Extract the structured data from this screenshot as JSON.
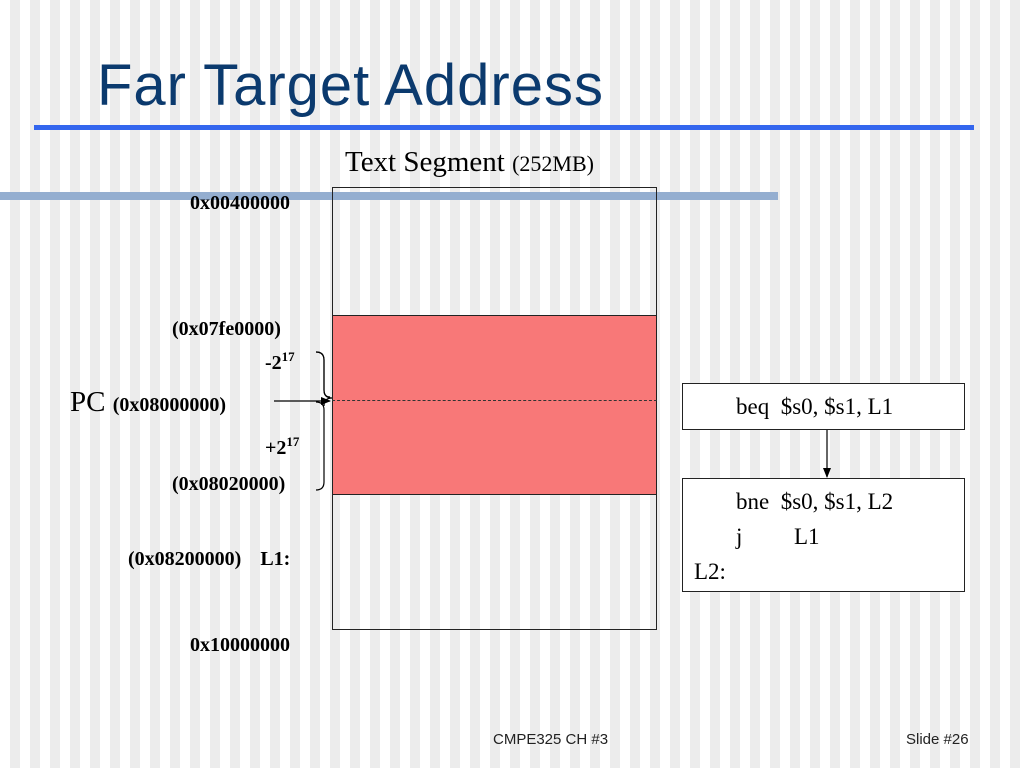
{
  "slide": {
    "title": "Far Target Address",
    "segment_title": "Text Segment",
    "segment_size": "(252MB)",
    "addresses": {
      "start": "0x00400000",
      "range_top": "(0x07fe0000)",
      "minus_offset_base": "-2",
      "minus_offset_exp": "17",
      "pc_name": "PC",
      "pc_addr": "(0x08000000)",
      "plus_offset_base": "+2",
      "plus_offset_exp": "17",
      "range_bottom": "(0x08020000)",
      "l1_addr": "(0x08200000)",
      "l1_label": "L1:",
      "end": "0x10000000"
    },
    "code_before": {
      "line1": "beq  $s0, $s1, L1"
    },
    "code_after": {
      "line1": "bne  $s0, $s1, L2",
      "line2_op": "j",
      "line2_arg": "L1",
      "line3": "L2:"
    },
    "footer": {
      "course": "CMPE325 CH #3",
      "slide_number": "Slide #26"
    },
    "colors": {
      "title": "#0b3a6e",
      "top_rule": "#3366ee",
      "mid_rule": "#94aed0",
      "branch_range": "#f87878"
    }
  }
}
